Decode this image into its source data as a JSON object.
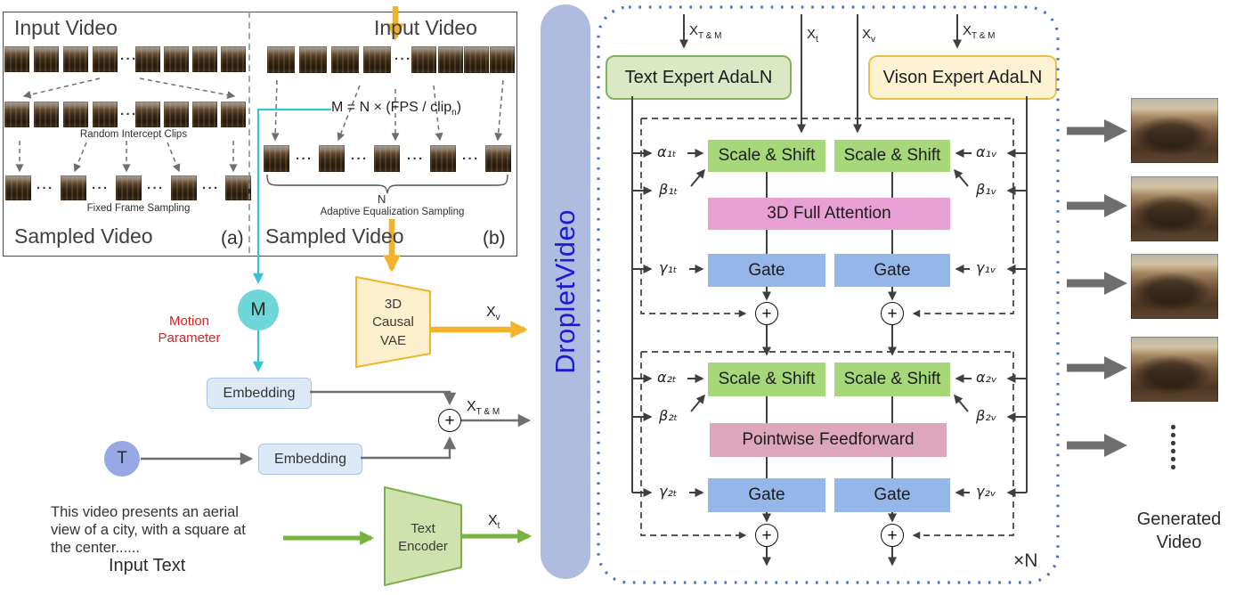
{
  "palette": {
    "dashed_box_blue": "#4a72c4",
    "bar_fill": "#aebcdf",
    "bar_text": "#1b1bd6",
    "scale_shift_green": "#a6d87a",
    "adaln_green_fill": "#dae8c5",
    "adaln_green_border": "#82b35c",
    "adaln_yellow_fill": "#fdf3d2",
    "adaln_yellow_border": "#eec04a",
    "attention_pink": "#e89fd3",
    "ffn_rose": "#dda6bb",
    "gate_blue": "#95b6e9",
    "embedding_blue": "#dde9f6",
    "m_teal": "#6fd7d7",
    "t_periwinkle": "#97a9e4",
    "orange_arrow": "#f2b22c",
    "green_arrow": "#76b43f",
    "cyan_line": "#35c4d4",
    "red_text": "#e02020",
    "gray_arrow": "#6e6e6e"
  },
  "left_panel": {
    "panel_a": {
      "title": "Input Video",
      "clips_label": "Random Intercept Clips",
      "sampling_label": "Fixed Frame Sampling",
      "footer": "Sampled Video",
      "tag": "(a)"
    },
    "panel_b": {
      "title": "Input Video",
      "formula": {
        "pre": "M = N × (FPS / clip",
        "sub": "n",
        "post": ")"
      },
      "count_label": "N",
      "sampling_label": "Adaptive Equalization Sampling",
      "footer": "Sampled Video",
      "tag": "(b)"
    },
    "ellipsis": "···"
  },
  "middle": {
    "motion_label_line1": "Motion",
    "motion_label_line2": "Parameter",
    "m_node": "M",
    "t_node": "T",
    "embedding": "Embedding",
    "vae": {
      "line1": "3D",
      "line2": "Causal",
      "line3": "VAE"
    },
    "text_encoder": {
      "line1": "Text",
      "line2": "Encoder"
    },
    "input_text": {
      "line1": "This video presents an aerial",
      "line2": "view of a city, with a square at",
      "line3": "the center......",
      "caption": "Input Text"
    },
    "plus": "+"
  },
  "bar": {
    "label": "DropletVideo"
  },
  "labels": {
    "x_tm": {
      "base": "X",
      "sub": "T & M"
    },
    "x_t": {
      "base": "X",
      "sub": "t"
    },
    "x_v": {
      "base": "X",
      "sub": "v"
    }
  },
  "transformer": {
    "text_adaln": "Text Expert AdaLN",
    "vision_adaln": "Vison Expert AdaLN",
    "scale_shift": "Scale & Shift",
    "attention": "3D Full Attention",
    "gate": "Gate",
    "ffn": "Pointwise Feedforward",
    "repeat": "×N",
    "greek": {
      "a1t": "α₁ₜ",
      "b1t": "β₁ₜ",
      "g1t": "γ₁ₜ",
      "a2t": "α₂ₜ",
      "b2t": "β₂ₜ",
      "g2t": "γ₂ₜ",
      "a1v": "α₁ᵥ",
      "b1v": "β₁ᵥ",
      "g1v": "γ₁ᵥ",
      "a2v": "α₂ᵥ",
      "b2v": "β₂ᵥ",
      "g2v": "γ₂ᵥ"
    }
  },
  "output": {
    "caption": "Generated Video"
  }
}
